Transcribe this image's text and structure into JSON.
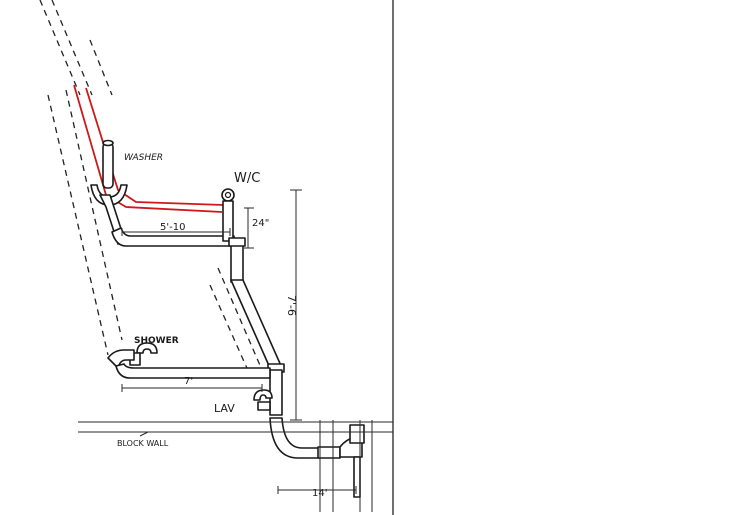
{
  "labels": {
    "washer": "WASHER",
    "wc": "W/C",
    "shower": "SHOWER",
    "lav": "LAV",
    "block_wall": "BLOCK WALL"
  },
  "dimensions": {
    "washer_run": "5'-10",
    "wc_drop": "24\"",
    "main_drop": "7'-6",
    "shower_run": "7'",
    "bottom_run": "14'"
  },
  "colors": {
    "ink": "#1a1a1a",
    "vent_red": "#d01818"
  }
}
